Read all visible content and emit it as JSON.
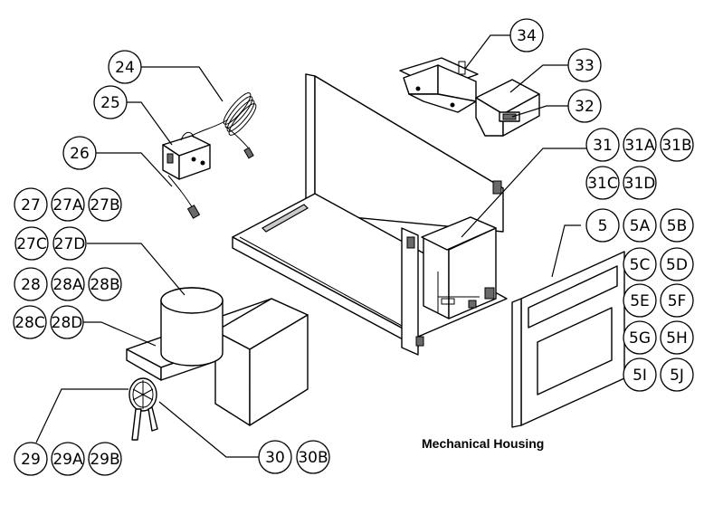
{
  "caption": "Mechanical Housing",
  "callouts": {
    "c24": "24",
    "c25": "25",
    "c26": "26",
    "c27": "27",
    "c27a": "27A",
    "c27b": "27B",
    "c27c": "27C",
    "c27d": "27D",
    "c28": "28",
    "c28a": "28A",
    "c28b": "28B",
    "c28c": "28C",
    "c28d": "28D",
    "c29": "29",
    "c29a": "29A",
    "c29b": "29B",
    "c30": "30",
    "c30b": "30B",
    "c31": "31",
    "c31a": "31A",
    "c31b": "31B",
    "c31c": "31C",
    "c31d": "31D",
    "c32": "32",
    "c33": "33",
    "c34": "34",
    "c5": "5",
    "c5a": "5A",
    "c5b": "5B",
    "c5c": "5C",
    "c5d": "5D",
    "c5e": "5E",
    "c5f": "5F",
    "c5g": "5G",
    "c5h": "5H",
    "c5i": "5I",
    "c5j": "5J"
  }
}
